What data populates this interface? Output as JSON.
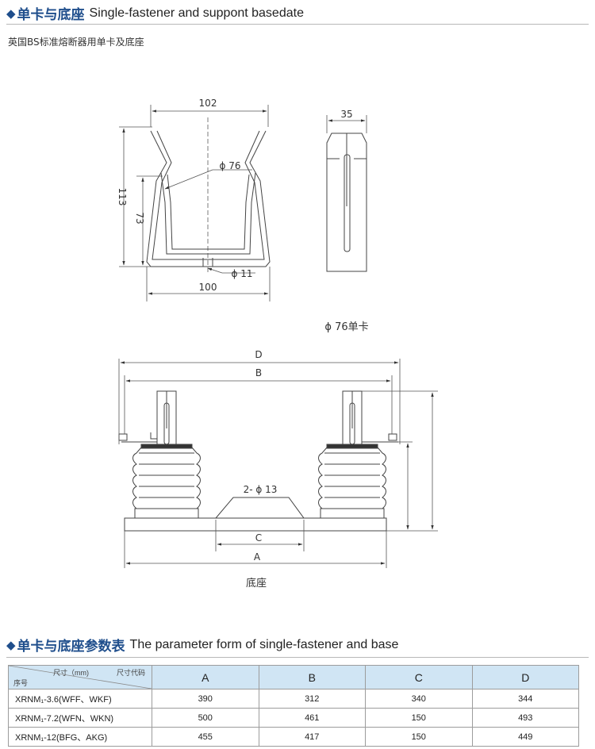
{
  "section1": {
    "title_zh": "单卡与底座",
    "title_en": "Single-fastener and suppont basedate",
    "subtitle": "英国BS标准熔断器用单卡及底座"
  },
  "drawing1": {
    "dim_width_top": "102",
    "dim_phi76": "ϕ 76",
    "dim_height_113": "113",
    "dim_height_73": "73",
    "dim_phi11": "ϕ 11",
    "dim_width_bottom": "100",
    "dim_side_35": "35",
    "caption": "ϕ 76单卡"
  },
  "drawing2": {
    "label_D": "D",
    "label_B": "B",
    "label_holes": "2- ϕ 13",
    "label_C": "C",
    "label_A": "A",
    "caption": "底座"
  },
  "section2": {
    "title_zh": "单卡与底座参数表",
    "title_en": "The parameter form of single-fastener and base"
  },
  "table": {
    "corner_size": "尺寸（mm)",
    "corner_code": "尺寸代码",
    "corner_seq": "序号",
    "headers": [
      "A",
      "B",
      "C",
      "D"
    ],
    "rows": [
      {
        "model": "XRNM₁-3.6(WFF、WKF)",
        "a": "390",
        "b": "312",
        "c": "340",
        "d": "344"
      },
      {
        "model": "XRNM₁-7.2(WFN、WKN)",
        "a": "500",
        "b": "461",
        "c": "150",
        "d": "493"
      },
      {
        "model": "XRNM₁-12(BFG、AKG)",
        "a": "455",
        "b": "417",
        "c": "150",
        "d": "449"
      }
    ]
  }
}
